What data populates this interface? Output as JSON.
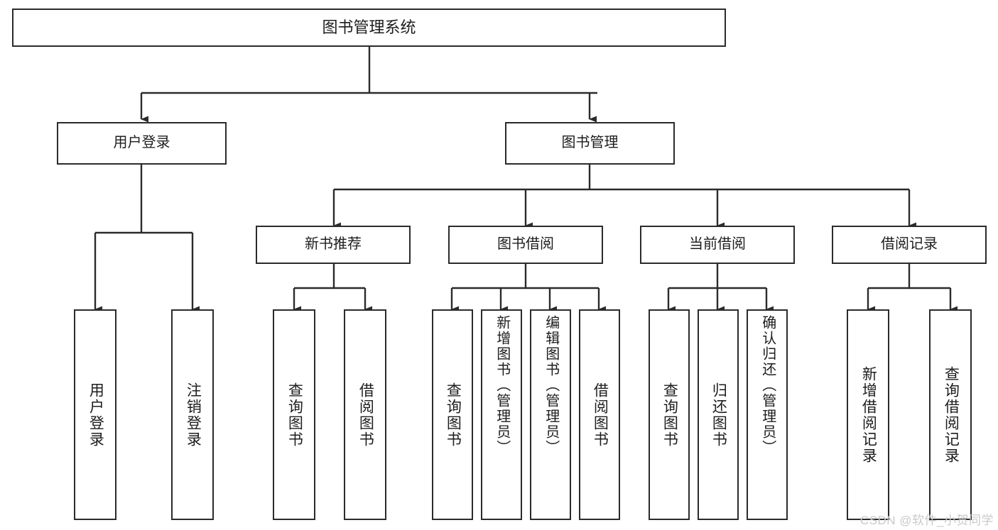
{
  "diagram": {
    "title": "图书管理系统",
    "type": "tree",
    "orientation": "top-down",
    "background_color": "#ffffff",
    "line_color": "#2b2b2b",
    "text_color": "#1d1d1d",
    "watermark": "CSDN @软件_小贺同学"
  },
  "nodes": {
    "root": {
      "label": "图书管理系统"
    },
    "level1": [
      {
        "id": "user-login",
        "label": "用户登录"
      },
      {
        "id": "book-manage",
        "label": "图书管理"
      }
    ],
    "level2": [
      {
        "id": "new-book-recommend",
        "label": "新书推荐"
      },
      {
        "id": "book-borrow",
        "label": "图书借阅"
      },
      {
        "id": "current-borrow",
        "label": "当前借阅"
      },
      {
        "id": "borrow-record",
        "label": "借阅记录"
      }
    ],
    "leaves": {
      "user_login": [
        {
          "id": "leaf-user-login",
          "label": "用户登录"
        },
        {
          "id": "leaf-logout",
          "label": "注销登录"
        }
      ],
      "new_book_recommend": [
        {
          "id": "leaf-query-book-1",
          "label": "查询图书"
        },
        {
          "id": "leaf-borrow-book-1",
          "label": "借阅图书"
        }
      ],
      "book_borrow": [
        {
          "id": "leaf-query-book-2",
          "label": "查询图书"
        },
        {
          "id": "leaf-add-book",
          "label": "新增图书（管理员）"
        },
        {
          "id": "leaf-edit-book",
          "label": "编辑图书（管理员）"
        },
        {
          "id": "leaf-borrow-book-2",
          "label": "借阅图书"
        }
      ],
      "current_borrow": [
        {
          "id": "leaf-query-book-3",
          "label": "查询图书"
        },
        {
          "id": "leaf-return-book",
          "label": "归还图书"
        },
        {
          "id": "leaf-confirm-return",
          "label": "确认归还（管理员）"
        }
      ],
      "borrow_record": [
        {
          "id": "leaf-add-record",
          "label": "新增借阅记录"
        },
        {
          "id": "leaf-query-record",
          "label": "查询借阅记录"
        }
      ]
    }
  }
}
